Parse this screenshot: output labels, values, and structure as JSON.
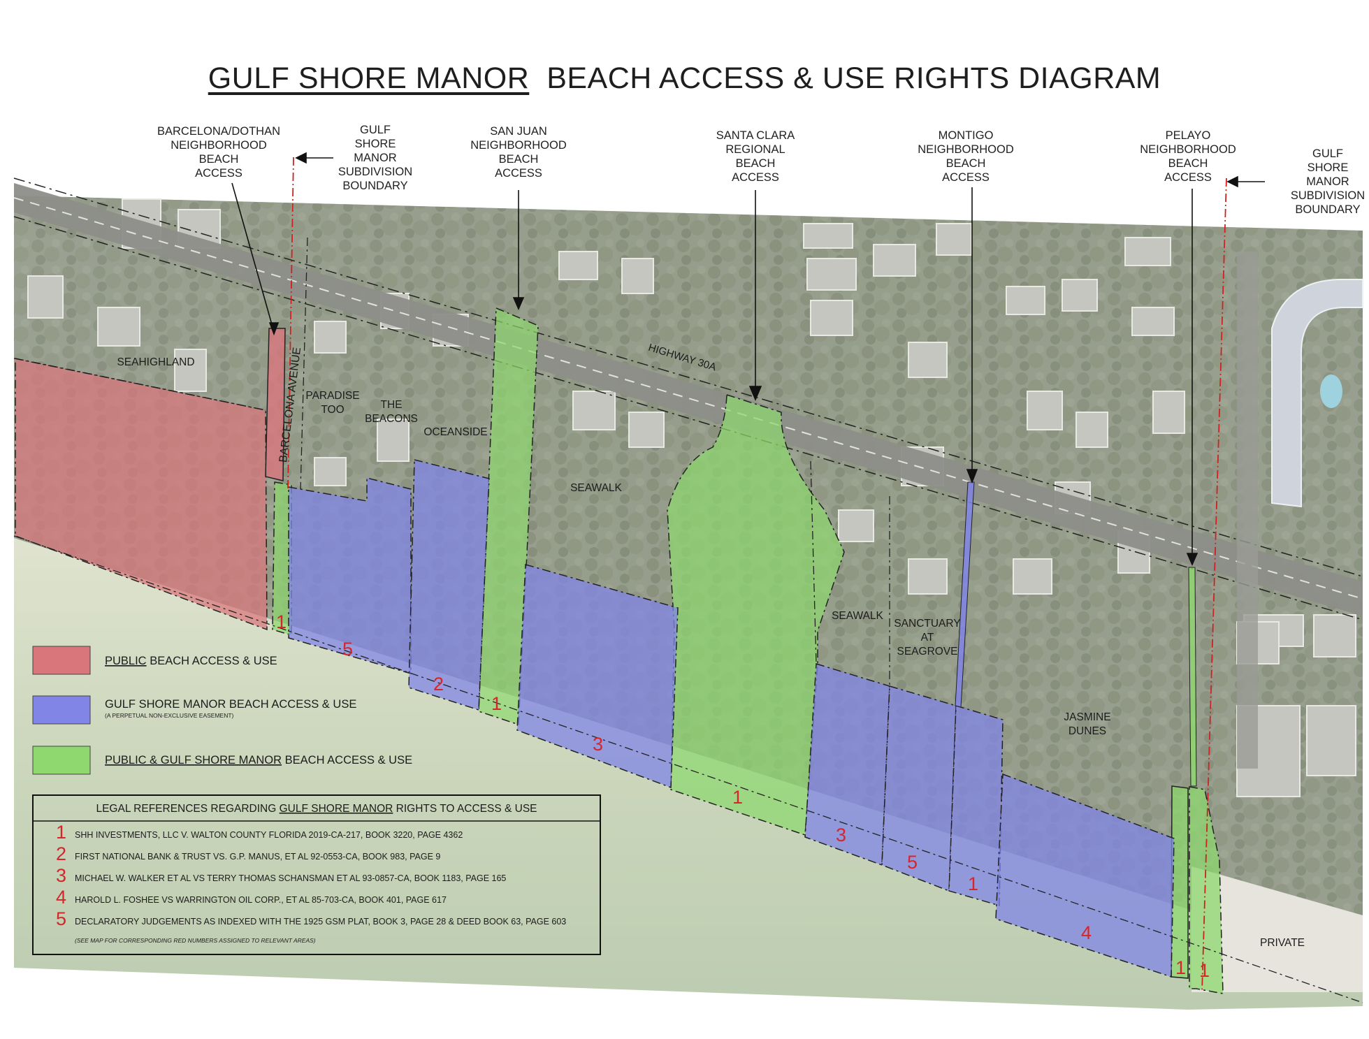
{
  "title": {
    "underlined": "GULF SHORE MANOR",
    "rest": "BEACH ACCESS & USE RIGHTS DIAGRAM"
  },
  "callouts": {
    "barcelona_dothan": "BARCELONA/DOTHAN\nNEIGHBORHOOD\nBEACH\nACCESS",
    "boundary_west": "GULF\nSHORE\nMANOR\nSUBDIVISION\nBOUNDARY",
    "san_juan": "SAN JUAN\nNEIGHBORHOOD\nBEACH\nACCESS",
    "santa_clara": "SANTA CLARA\nREGIONAL\nBEACH\nACCESS",
    "montigo": "MONTIGO\nNEIGHBORHOOD\nBEACH\nACCESS",
    "pelayo": "PELAYO\nNEIGHBORHOOD\nBEACH\nACCESS",
    "boundary_east": "GULF\nSHORE\nMANOR\nSUBDIVISION\nBOUNDARY"
  },
  "map_labels": {
    "seahighland": "SEAHIGHLAND",
    "barcelona_avenue": "BARCELONA AVENUE",
    "paradise_too": [
      "PARADISE",
      "TOO"
    ],
    "the_beacons": [
      "THE",
      "BEACONS"
    ],
    "oceanside": "OCEANSIDE",
    "highway": "HIGHWAY 30A",
    "seawalk_west": "SEAWALK",
    "seawalk_east": "SEAWALK",
    "sanctuary": [
      "SANCTUARY",
      "AT",
      "SEAGROVE"
    ],
    "jasmine_dunes": [
      "JASMINE",
      "DUNES"
    ],
    "private": "PRIVATE"
  },
  "area_numbers": {
    "barcelona_strip": "1",
    "blue_west": "5",
    "oceanside_strip": "2",
    "san_juan_strip": "1",
    "seawalk_blue": "3",
    "santa_clara": "1",
    "blue_east_a": "3",
    "blue_east_b": "5",
    "montigo_strip": "1",
    "jasmine_blue": "4",
    "pelayo_a": "1",
    "pelayo_b": "1"
  },
  "legend": {
    "items": [
      {
        "underlined": "PUBLIC",
        "rest": " BEACH ACCESS & USE",
        "sub": "",
        "color": "#d9767c"
      },
      {
        "underlined": "",
        "rest": "GULF SHORE MANOR BEACH ACCESS & USE",
        "sub": "(A PERPETUAL NON-EXCLUSIVE EASEMENT)",
        "color": "#8085e6"
      },
      {
        "underlined": "PUBLIC & GULF SHORE MANOR",
        "rest": " BEACH ACCESS & USE",
        "sub": "",
        "color": "#8ed86f"
      }
    ]
  },
  "legal": {
    "heading_pre": "LEGAL REFERENCES REGARDING ",
    "heading_underlined": "GULF SHORE MANOR",
    "heading_post": " RIGHTS TO ACCESS & USE",
    "rows": [
      {
        "num": "1",
        "text": "SHH INVESTMENTS, LLC V. WALTON COUNTY FLORIDA 2019-CA-217, BOOK 3220, PAGE 4362"
      },
      {
        "num": "2",
        "text": "FIRST NATIONAL BANK & TRUST VS. G.P. MANUS, ET AL 92-0553-CA, BOOK 983, PAGE 9"
      },
      {
        "num": "3",
        "text": "MICHAEL W. WALKER ET AL VS TERRY THOMAS SCHANSMAN ET AL 93-0857-CA, BOOK 1183, PAGE 165"
      },
      {
        "num": "4",
        "text": "HAROLD L. FOSHEE VS WARRINGTON OIL CORP., ET AL 85-703-CA, BOOK 401, PAGE 617"
      },
      {
        "num": "5",
        "text": "DECLARATORY JUDGEMENTS AS INDEXED WITH THE 1925 GSM PLAT, BOOK 3, PAGE 28 & DEED BOOK 63, PAGE 603"
      }
    ],
    "note": "(SEE MAP FOR CORRESPONDING RED NUMBERS ASSIGNED TO RELEVANT AREAS)"
  },
  "colors": {
    "public": "#d9767c",
    "gsm": "#8085e6",
    "shared": "#8ed86f",
    "accent": "#d4262b"
  }
}
